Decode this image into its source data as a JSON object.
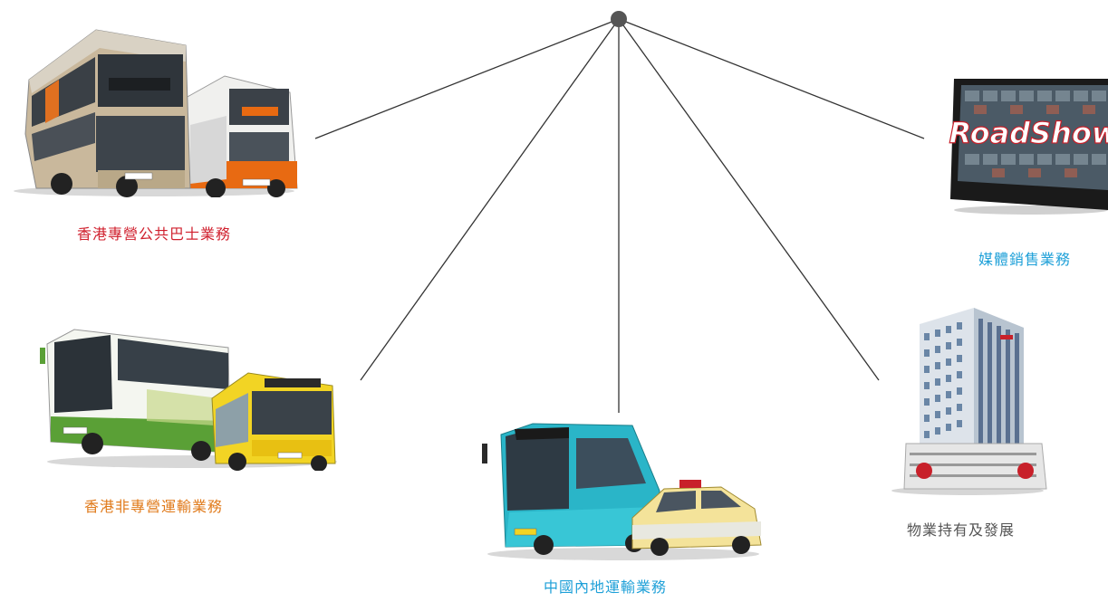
{
  "segments": [
    {
      "label": "香港專營公共巴士業務",
      "color": "#d0202e",
      "icon": "double-decker-buses"
    },
    {
      "label": "媒體銷售業務",
      "color": "#1ea0d8",
      "icon": "roadshow-tv-screen"
    },
    {
      "label": "香港非專營運輸業務",
      "color": "#e07a1a",
      "icon": "coach-and-yellow-bus"
    },
    {
      "label": "物業持有及發展",
      "color": "#555555",
      "icon": "office-building"
    },
    {
      "label": "中國內地運輸業務",
      "color": "#1ea0d8",
      "icon": "electric-bus-and-taxi"
    }
  ],
  "screen_logo": "RoadShow"
}
